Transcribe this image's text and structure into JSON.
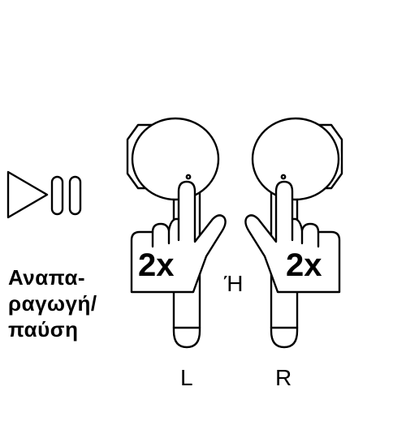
{
  "diagram": {
    "action_caption_lines": [
      "Αναπα-",
      "ραγωγή/",
      "παύση"
    ],
    "tap_count_left": "2x",
    "tap_count_right": "2x",
    "or_label": "Ή",
    "left_label": "L",
    "right_label": "R",
    "icons": {
      "play_pause": "play-pause-icon",
      "hand": "pointing-hand-icon",
      "earbud": "earbud-icon"
    },
    "colors": {
      "ink": "#000000",
      "background": "#ffffff"
    }
  }
}
